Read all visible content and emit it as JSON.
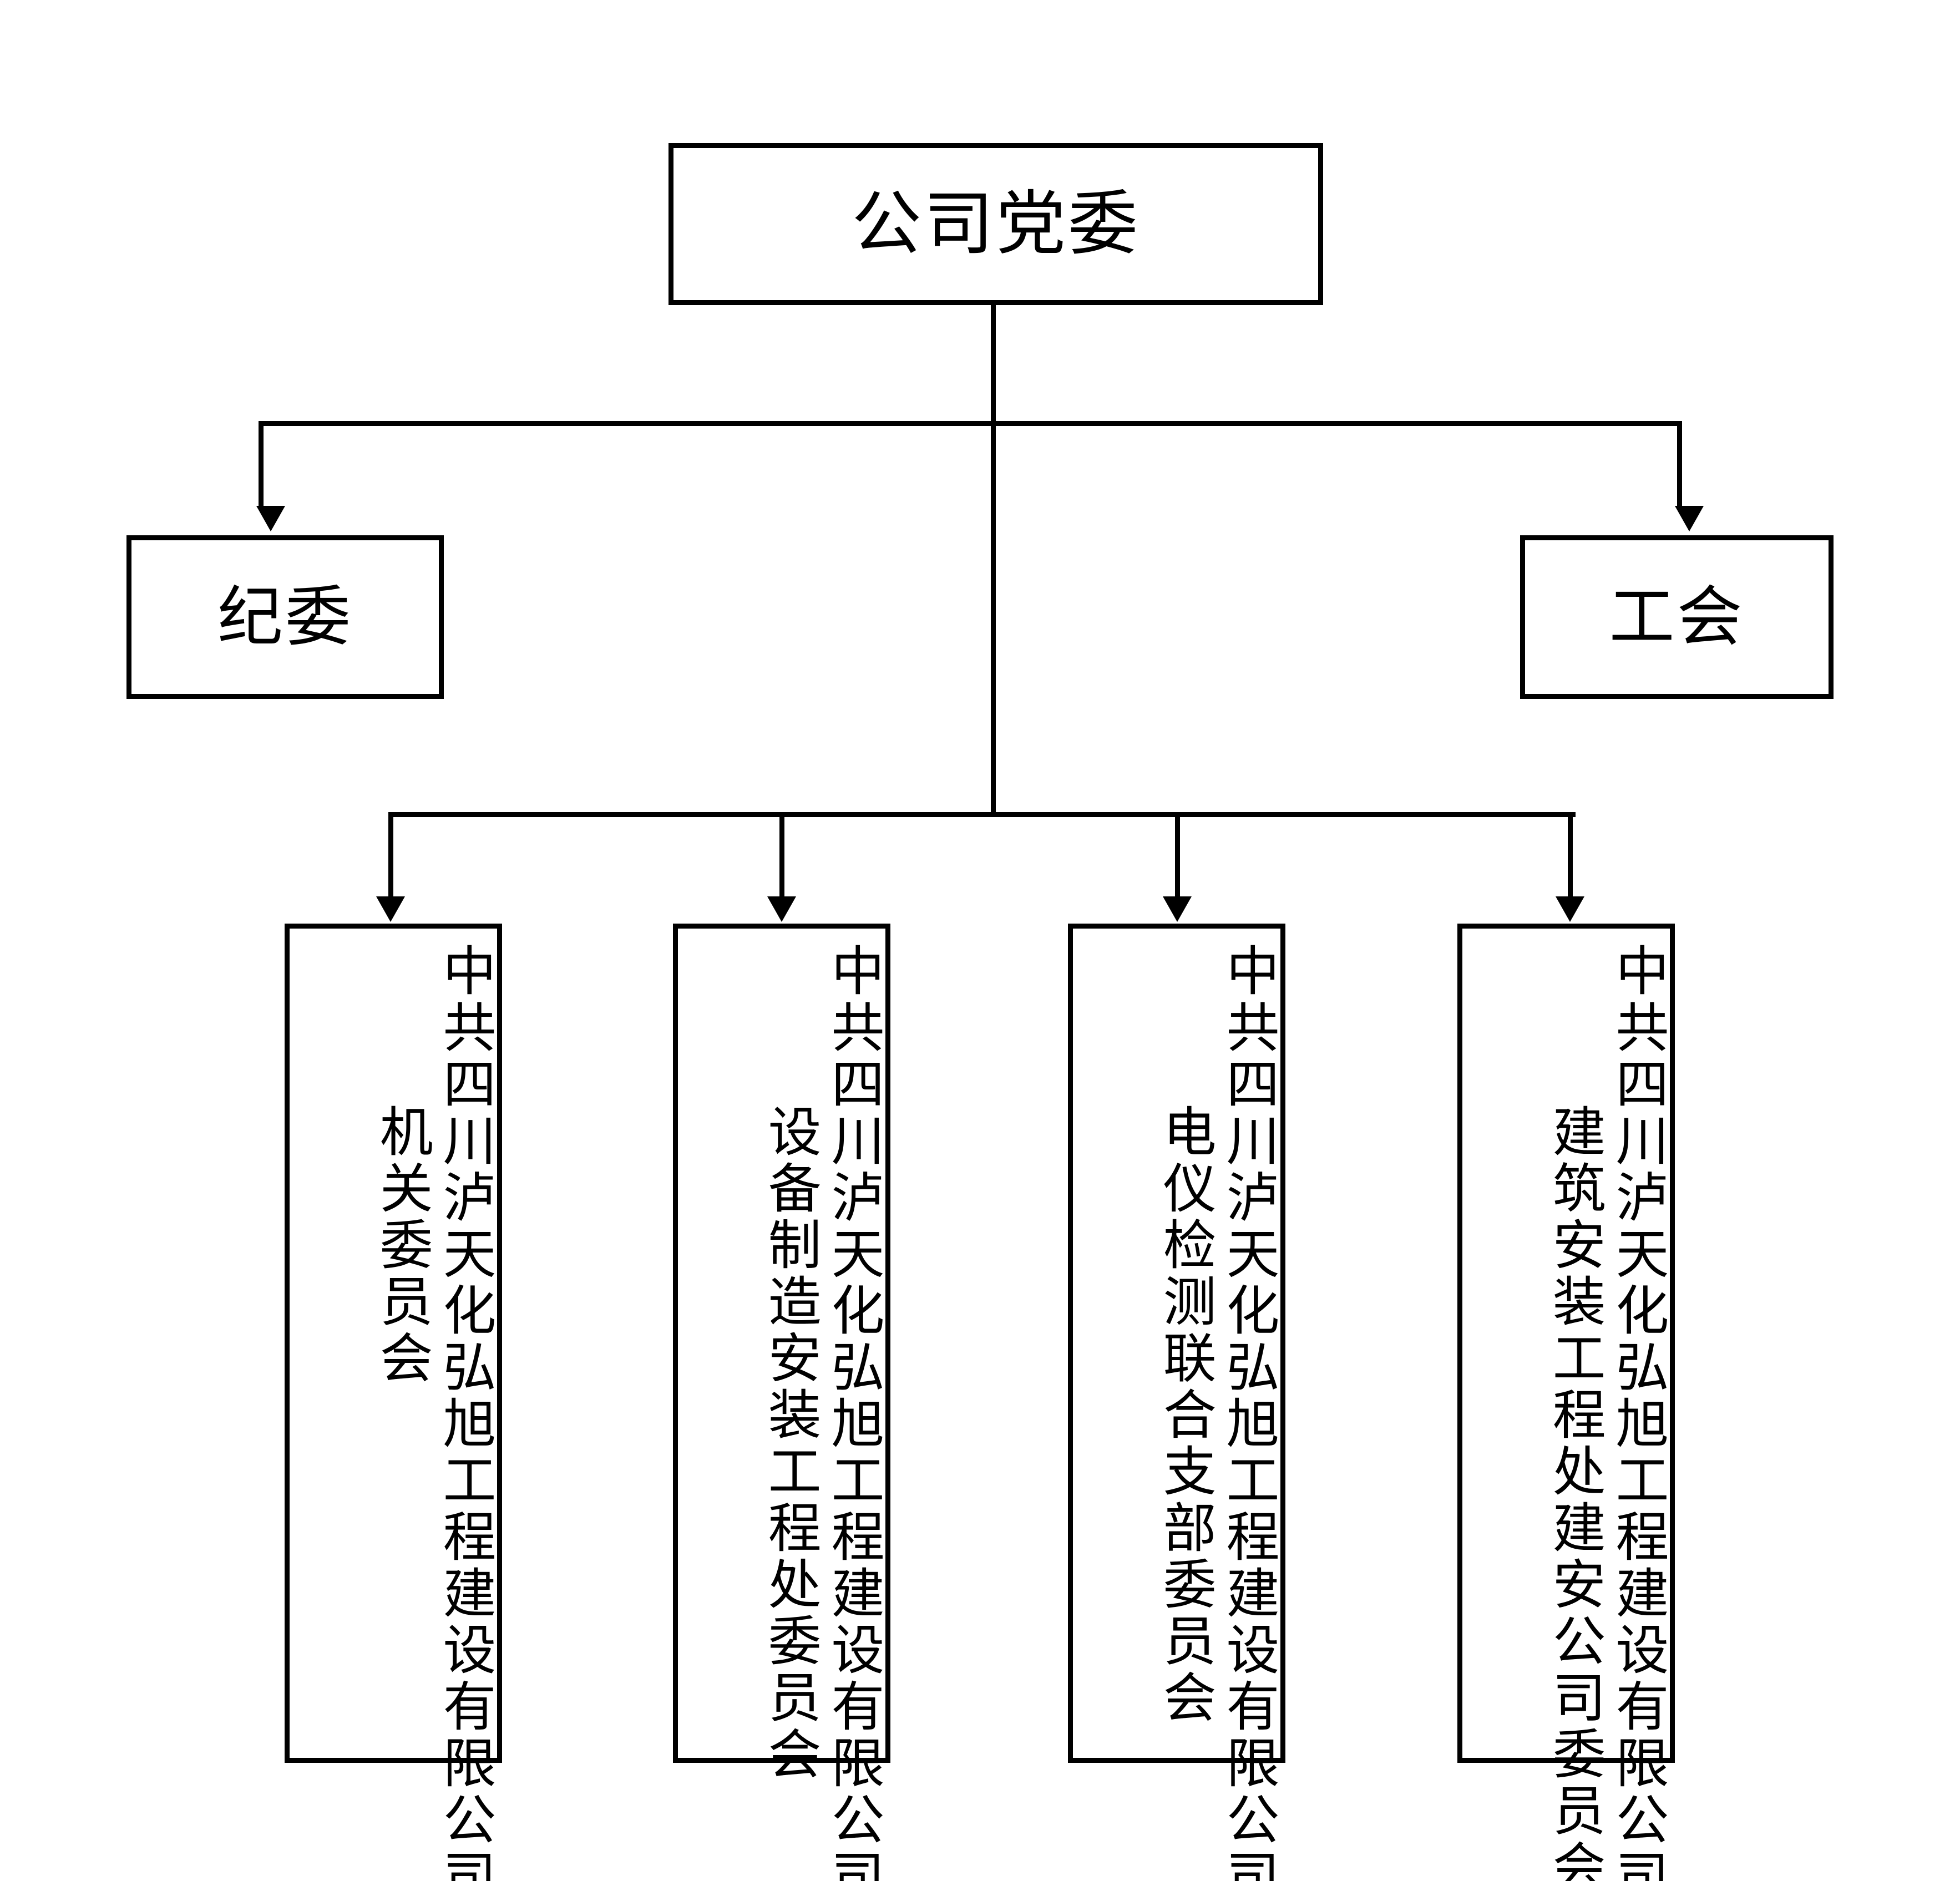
{
  "diagram": {
    "title_node": "公司党委",
    "type": "organization-chart",
    "orientation": "top-down",
    "line_color": "#000000",
    "box_fill": "#ffffff",
    "box_border_color": "#000000"
  },
  "nodes": {
    "root": {
      "label": "公司党委",
      "level": 0
    },
    "level1": [
      {
        "id": "discipline",
        "label": "纪委"
      },
      {
        "id": "union",
        "label": "工会"
      }
    ],
    "level2": [
      {
        "id": "leaf-1",
        "primary": "中共四川泸天化弘旭工程建设有限公司",
        "secondary": "机关委员会"
      },
      {
        "id": "leaf-2",
        "primary": "中共四川泸天化弘旭工程建设有限公司",
        "secondary": "设备制造安装工程处委员会"
      },
      {
        "id": "leaf-3",
        "primary": "中共四川泸天化弘旭工程建设有限公司",
        "secondary": "电仪检测联合支部委员会"
      },
      {
        "id": "leaf-4",
        "primary": "中共四川泸天化弘旭工程建设有限公司",
        "secondary": "建筑安装工程处建安公司委员会"
      }
    ]
  }
}
